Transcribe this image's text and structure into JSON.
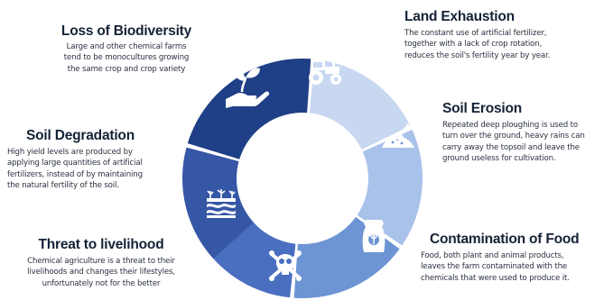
{
  "colors": {
    "seg_dark_navy": "#1f3f86",
    "seg_royal": "#3656a6",
    "seg_blue": "#4a6fc0",
    "seg_mid": "#6d94d3",
    "seg_light": "#a9c2ea",
    "seg_pale": "#c9d8f1",
    "title_color": "#152236"
  },
  "segments": [
    {
      "name": "loss-of-biodiversity",
      "icon": "plant-in-hand-icon"
    },
    {
      "name": "land-exhaustion",
      "icon": "tractor-icon"
    },
    {
      "name": "soil-erosion",
      "icon": "shovel-in-soil-icon"
    },
    {
      "name": "contamination-of-food",
      "icon": "chemical-sack-icon"
    },
    {
      "name": "threat-to-livelihood",
      "icon": "skull-crossbones-icon"
    },
    {
      "name": "soil-degradation",
      "icon": "soil-layers-icon"
    }
  ],
  "loss_of_biodiversity": {
    "title": "Loss of Biodiversity",
    "lines": [
      "Large and other chemical farms",
      "tend to be monocultures growing",
      "the same crop and crop variety"
    ]
  },
  "land_exhaustion": {
    "title": "Land Exhaustion",
    "lines": [
      "The constant use of artificial fertilizer,",
      "together with a lack of crop rotation,",
      "reduces the soil's fertility year by year."
    ]
  },
  "soil_erosion": {
    "title": "Soil Erosion",
    "lines": [
      "Repeated deep ploughing is used to",
      "turn over the ground, heavy rains can",
      "carry away the topsoil and leave the",
      "ground useless for cultivation."
    ]
  },
  "soil_degradation": {
    "title": "Soil Degradation",
    "lines": [
      "High yield levels are produced by",
      "applying large quantities of artificial",
      "fertilizers, instead of by maintaining",
      "the natural fertility of the soil."
    ]
  },
  "contamination_of_food": {
    "title": "Contamination of Food",
    "lines": [
      "Food, both plant and animal products,",
      "leaves the farm contaminated with the",
      "chemicals that were used to produce it."
    ]
  },
  "threat_to_livelihood": {
    "title": "Threat to livelihood",
    "lines": [
      "Chemical agriculture is a threat to their",
      "livelihoods and changes their lifestyles,",
      "unfortunately not for the better"
    ]
  }
}
